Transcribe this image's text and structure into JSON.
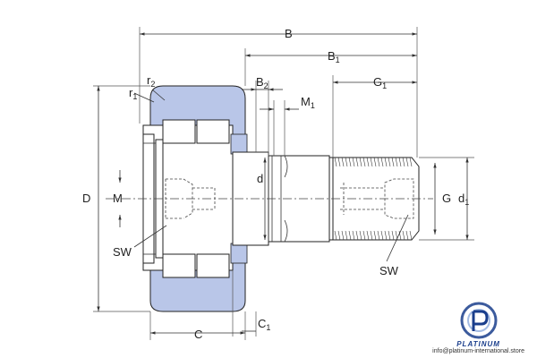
{
  "labels": {
    "B": "B",
    "B1": {
      "main": "B",
      "sub": "1"
    },
    "B2": {
      "main": "B",
      "sub": "2"
    },
    "G1": {
      "main": "G",
      "sub": "1"
    },
    "M1": {
      "main": "M",
      "sub": "1"
    },
    "r1": {
      "main": "r",
      "sub": "1"
    },
    "r2": {
      "main": "r",
      "sub": "2"
    },
    "C": "C",
    "C1": {
      "main": "C",
      "sub": "1"
    },
    "D": "D",
    "d": "d",
    "d1": {
      "main": "d",
      "sub": "1"
    },
    "G": "G",
    "M": "M",
    "SW_left": "SW",
    "SW_right": "SW"
  },
  "brand": {
    "name": "PLATINUM",
    "url": "info@platinum-international.store"
  },
  "colors": {
    "outer_ring": "#b9c6e8",
    "brand_blue": "#1a3e8c"
  }
}
